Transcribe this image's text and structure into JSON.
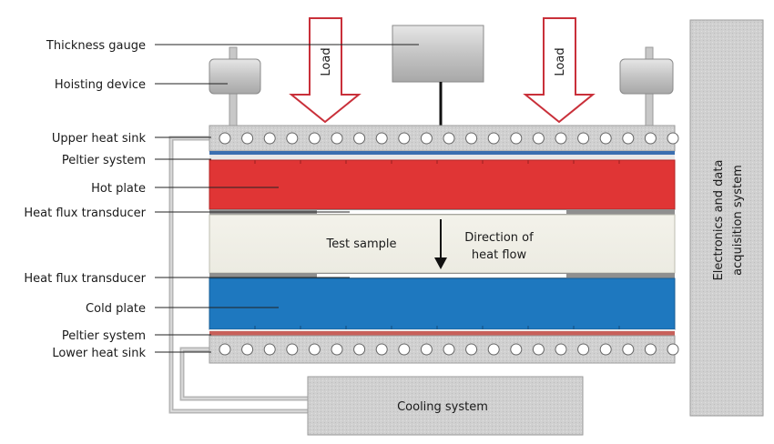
{
  "labels": [
    "Thickness gauge",
    "Hoisting device",
    "Upper heat sink",
    "Peltier system",
    "Hot plate",
    "Heat flux transducer",
    "Heat flux transducer",
    "Cold plate",
    "Peltier system",
    "Lower heat sink"
  ],
  "load_left": "Load",
  "load_right": "Load",
  "test_sample": "Test sample",
  "direction_line1": "Direction of",
  "direction_line2": "heat flow",
  "cooling_system": "Cooling system",
  "electronics_line1": "Electronics and data",
  "electronics_line2": "acquisition system",
  "colors": {
    "hot_plate": "#e03535",
    "cold_plate": "#1e78bf",
    "peltier_upper": "#3b6fb0",
    "peltier_lower": "#c8605a",
    "gray_box": "#cfcfcf",
    "load_arrow_stroke": "#c9303a"
  }
}
